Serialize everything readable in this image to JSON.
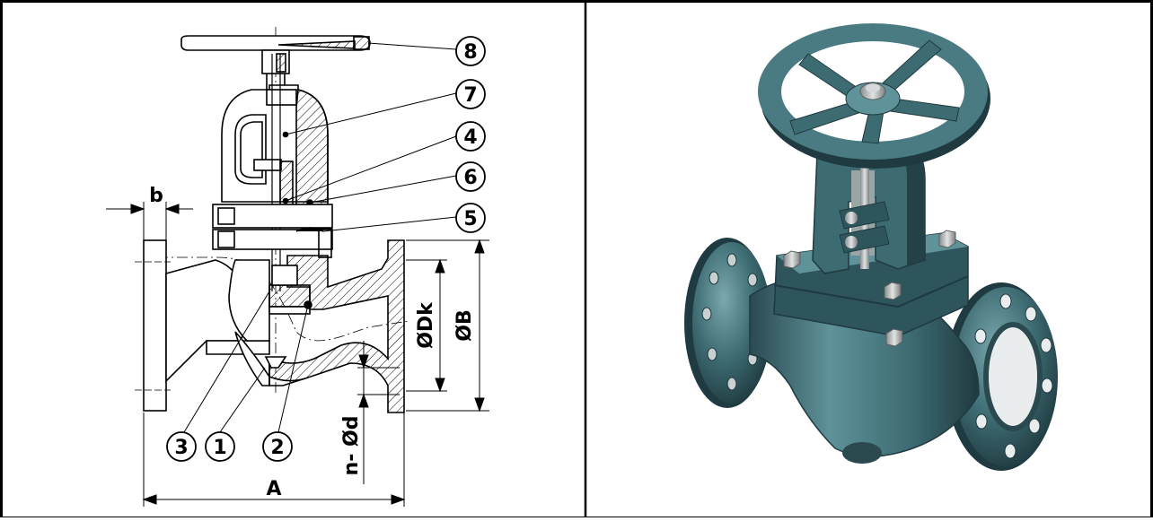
{
  "callouts": {
    "c1": "1",
    "c2": "2",
    "c3": "3",
    "c4": "4",
    "c5": "5",
    "c6": "6",
    "c7": "7",
    "c8": "8"
  },
  "dimensions": {
    "A": "A",
    "B": "ØB",
    "b": "b",
    "Dk": "ØDk",
    "nd": "n- Ød"
  },
  "colors": {
    "line": "#000000",
    "body_teal": "#3d6b72",
    "body_dark": "#244148",
    "body_light": "#6a9aa1",
    "hatch": "#000000",
    "steel": "#b8bcbc"
  }
}
